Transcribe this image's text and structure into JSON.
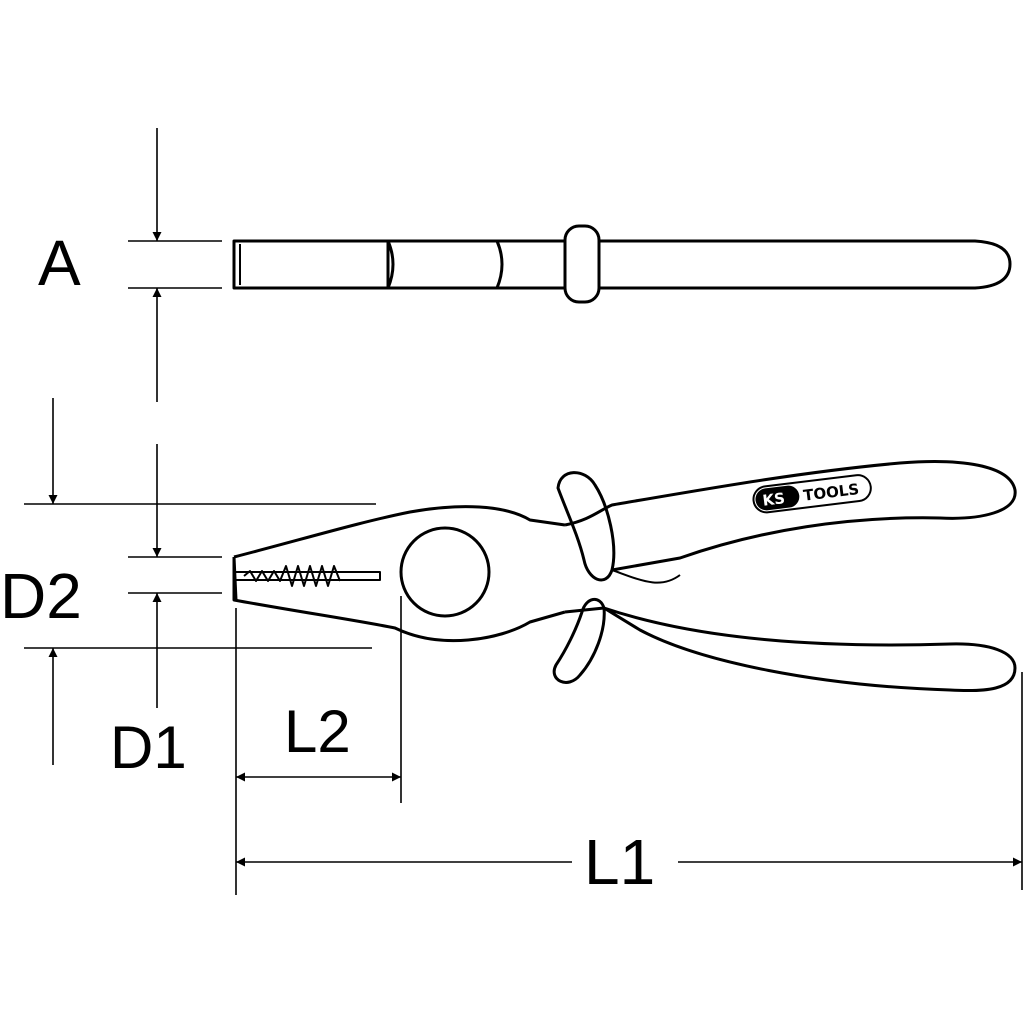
{
  "labels": {
    "a": "A",
    "d1": "D1",
    "d2": "D2",
    "l1": "L1",
    "l2": "L2"
  },
  "logo": {
    "ks": "KS",
    "tools": "TOOLS"
  },
  "colors": {
    "line": "#000000",
    "background": "#ffffff"
  }
}
